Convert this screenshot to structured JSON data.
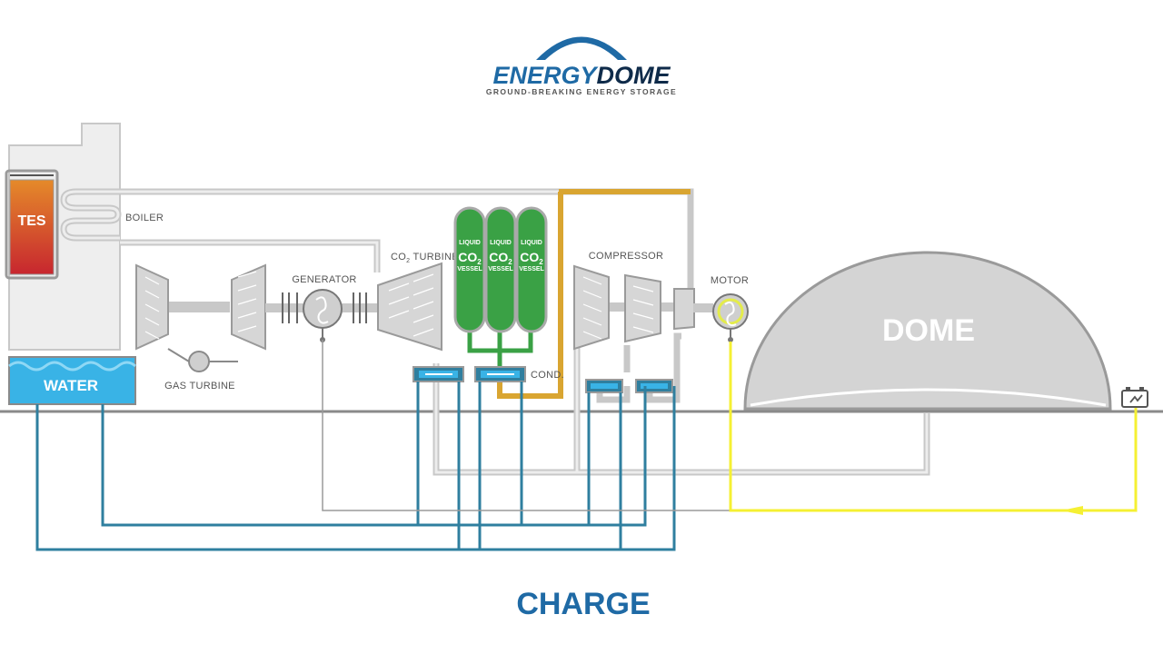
{
  "brand": {
    "name_part1": "ENERGY",
    "name_part2": "DOME",
    "tagline": "GROUND-BREAKING ENERGY STORAGE",
    "primary_color": "#1f6aa5",
    "dark_color": "#0f2b4a"
  },
  "labels": {
    "tes": "TES",
    "boiler": "BOILER",
    "water": "WATER",
    "gas_turbine": "GAS TURBINE",
    "generator": "GENERATOR",
    "co2_turbine_main": "CO",
    "co2_turbine_sub": "2",
    "co2_turbine_rest": " TURBINE",
    "vessel_line1": "LIQUID",
    "vessel_line2": "CO",
    "vessel_line2_sub": "2",
    "vessel_line3": "VESSEL",
    "condenser": "COND.",
    "compressor": "COMPRESSOR",
    "motor": "MOTOR",
    "dome": "DOME"
  },
  "mode": "CHARGE",
  "colors": {
    "water": "#39b3e6",
    "water_line": "#2f7f9f",
    "vessel": "#3aa145",
    "co2_hot_line": "#d9a531",
    "electric_line": "#f5f033",
    "tes_top": "#e58a2a",
    "tes_bottom": "#c7262f"
  }
}
